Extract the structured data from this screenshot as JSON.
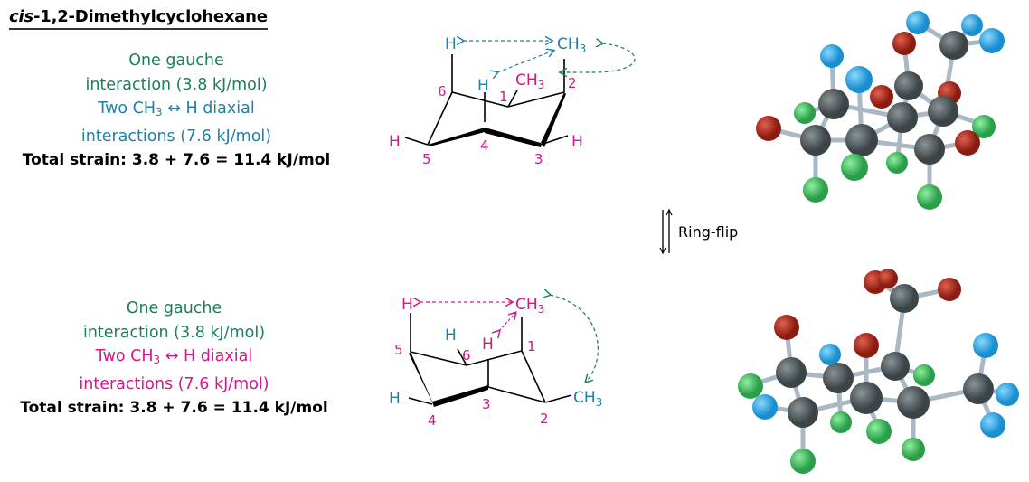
{
  "title": {
    "italic_prefix": "cis",
    "rest": "-1,2-Dimethylcyclohexane"
  },
  "colors": {
    "green": "#1b7f5c",
    "blue": "#2180a8",
    "pink": "#d6168c",
    "carbon": "#4a5256",
    "hydrogen_green": "#3fbf5a",
    "hydrogen_blue": "#2aa6e6",
    "hydrogen_red": "#b02a1c"
  },
  "top_conformer": {
    "gauche_line1": "One gauche",
    "gauche_line2": "interaction (3.8 kJ/mol)",
    "diaxial_prefix": "Two CH",
    "diaxial_sub": "3",
    "diaxial_suffix": " ↔ H diaxial",
    "diaxial_line2": "interactions (7.6 kJ/mol)",
    "total": "Total strain: 3.8 + 7.6 = 11.4 kJ/mol",
    "diagram": {
      "axial_H_6": "H",
      "axial_CH3_2": "CH",
      "axial_CH3_2_sub": "3",
      "axial_H_4": "H",
      "eq_CH3_1": "CH",
      "eq_CH3_1_sub": "3",
      "H_5": "H",
      "H_3": "H",
      "numbers": [
        "1",
        "2",
        "3",
        "4",
        "5",
        "6"
      ]
    }
  },
  "ring_flip_label": "Ring-flip",
  "bottom_conformer": {
    "gauche_line1": "One gauche",
    "gauche_line2": "interaction (3.8 kJ/mol)",
    "diaxial_prefix": "Two CH",
    "diaxial_sub": "3",
    "diaxial_suffix": " ↔ H diaxial",
    "diaxial_line2": "interactions (7.6 kJ/mol)",
    "total": "Total strain: 3.8 + 7.6 = 11.4 kJ/mol",
    "diagram": {
      "axial_H_5": "H",
      "axial_CH3_1": "CH",
      "axial_CH3_1_sub": "3",
      "axial_H_3": "H",
      "H_6": "H",
      "H_4": "H",
      "eq_CH3_2": "CH",
      "eq_CH3_2_sub": "3",
      "numbers": [
        "1",
        "2",
        "3",
        "4",
        "5",
        "6"
      ]
    }
  }
}
